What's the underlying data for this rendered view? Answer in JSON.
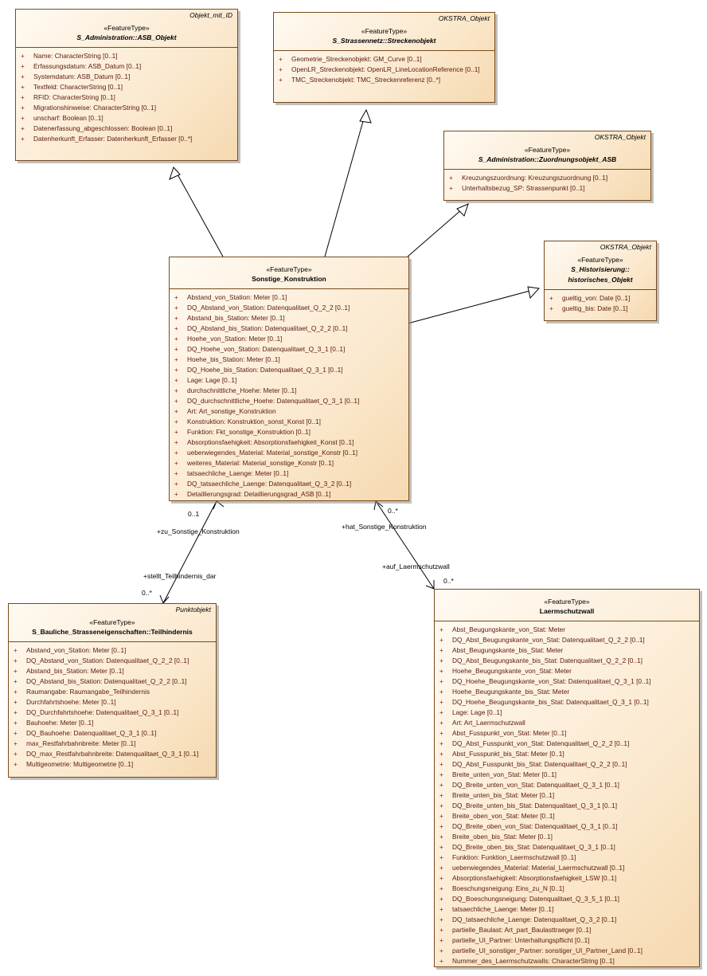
{
  "classes": {
    "asb_objekt": {
      "tag": "Objekt_mit_ID",
      "stereotype": "«FeatureType»",
      "name": "S_Administration::ASB_Objekt",
      "attributes": [
        "Name: CharacterString [0..1]",
        "Erfassungsdatum: ASB_Datum [0..1]",
        "Systemdatum: ASB_Datum [0..1]",
        "Textfeld: CharacterString [0..1]",
        "RFID: CharacterString [0..1]",
        "Migrationshinweise: CharacterString [0..1]",
        "unscharf: Boolean [0..1]",
        "Datenerfassung_abgeschlossen: Boolean [0..1]",
        "Datenherkunft_Erfasser: Datenherkunft_Erfasser [0..*]"
      ]
    },
    "streckenobjekt": {
      "tag": "OKSTRA_Objekt",
      "stereotype": "«FeatureType»",
      "name": "S_Strassennetz::Streckenobjekt",
      "attributes": [
        "Geometrie_Streckenobjekt: GM_Curve [0..1]",
        "OpenLR_Streckenobjekt: OpenLR_LineLocationReference [0..1]",
        "TMC_Streckenobjekt: TMC_Streckenreferenz [0..*]"
      ]
    },
    "zuordnungsobjekt": {
      "tag": "OKSTRA_Objekt",
      "stereotype": "«FeatureType»",
      "name": "S_Administration::Zuordnungsobjekt_ASB",
      "attributes": [
        "Kreuzungszuordnung: Kreuzungszuordnung [0..1]",
        "Unterhaltsbezug_SP: Strassenpunkt [0..1]"
      ]
    },
    "historisches": {
      "tag": "OKSTRA_Objekt",
      "stereotype": "«FeatureType»",
      "name_line1": "S_Historisierung::",
      "name_line2": "historisches_Objekt",
      "attributes": [
        "gueltig_von: Date [0..1]",
        "gueltig_bis: Date [0..1]"
      ]
    },
    "sonstige": {
      "stereotype": "«FeatureType»",
      "name": "Sonstige_Konstruktion",
      "attributes": [
        "Abstand_von_Station: Meter [0..1]",
        "DQ_Abstand_von_Station: Datenqualitaet_Q_2_2 [0..1]",
        "Abstand_bis_Station: Meter [0..1]",
        "DQ_Abstand_bis_Station: Datenqualitaet_Q_2_2 [0..1]",
        "Hoehe_von_Station: Meter [0..1]",
        "DQ_Hoehe_von_Station: Datenqualitaet_Q_3_1 [0..1]",
        "Hoehe_bis_Station: Meter [0..1]",
        "DQ_Hoehe_bis_Station: Datenqualitaet_Q_3_1 [0..1]",
        "Lage: Lage [0..1]",
        "durchschnittliche_Hoehe: Meter [0..1]",
        "DQ_durchschnittliche_Hoehe: Datenqualitaet_Q_3_1 [0..1]",
        "Art: Art_sonstige_Konstruktion",
        "Konstruktion: Konstruktion_sonst_Konst [0..1]",
        "Funktion: Fkt_sonstige_Konstruktion [0..1]",
        "Absorptionsfaehigkeit: Absorptionsfaehigkeit_Konst [0..1]",
        "ueberwiegendes_Material: Material_sonstige_Konstr [0..1]",
        "weiteres_Material: Material_sonstige_Konstr [0..1]",
        "tatsaechliche_Laenge: Meter [0..1]",
        "DQ_tatsaechliche_Laenge: Datenqualitaet_Q_3_2 [0..1]",
        "Detaillierungsgrad: Detaillierungsgrad_ASB [0..1]"
      ]
    },
    "teilhindernis": {
      "tag": "Punktobjekt",
      "stereotype": "«FeatureType»",
      "name": "S_Bauliche_Strasseneigenschaften::Teilhindernis",
      "attributes": [
        "Abstand_von_Station: Meter [0..1]",
        "DQ_Abstand_von_Station: Datenqualitaet_Q_2_2 [0..1]",
        "Abstand_bis_Station: Meter [0..1]",
        "DQ_Abstand_bis_Station: Datenqualitaet_Q_2_2 [0..1]",
        "Raumangabe: Raumangabe_Teilhindernis",
        "Durchfahrtshoehe: Meter [0..1]",
        "DQ_Durchfahrtshoehe: Datenqualitaet_Q_3_1 [0..1]",
        "Bauhoehe: Meter [0..1]",
        "DQ_Bauhoehe: Datenqualitaet_Q_3_1 [0..1]",
        "max_Restfahrbahnbreite: Meter [0..1]",
        "DQ_max_Restfahrbahnbreite: Datenqualitaet_Q_3_1 [0..1]",
        "Multigeometrie: Multigeometrie [0..1]"
      ]
    },
    "laermschutzwall": {
      "stereotype": "«FeatureType»",
      "name": "Laermschutzwall",
      "attributes": [
        "Abst_Beugungskante_von_Stat: Meter",
        "DQ_Abst_Beugungskante_von_Stat: Datenqualitaet_Q_2_2 [0..1]",
        "Abst_Beugungskante_bis_Stat: Meter",
        "DQ_Abst_Beugungskante_bis_Stat: Datenqualitaet_Q_2_2 [0..1]",
        "Hoehe_Beugungskante_von_Stat: Meter",
        "DQ_Hoehe_Beugungskante_von_Stat: Datenqualitaet_Q_3_1 [0..1]",
        "Hoehe_Beugungskante_bis_Stat: Meter",
        "DQ_Hoehe_Beugungskante_bis_Stat: Datenqualitaet_Q_3_1 [0..1]",
        "Lage: Lage [0..1]",
        "Art: Art_Laermschutzwall",
        "Abst_Fusspunkt_von_Stat: Meter [0..1]",
        "DQ_Abst_Fusspunkt_von_Stat: Datenqualitaet_Q_2_2 [0..1]",
        "Abst_Fusspunkt_bis_Stat: Meter [0..1]",
        "DQ_Abst_Fusspunkt_bis_Stat: Datenqualitaet_Q_2_2 [0..1]",
        "Breite_unten_von_Stat: Meter [0..1]",
        "DQ_Breite_unten_von_Stat: Datenqualitaet_Q_3_1 [0..1]",
        "Breite_unten_bis_Stat: Meter [0..1]",
        "DQ_Breite_unten_bis_Stat: Datenqualitaet_Q_3_1 [0..1]",
        "Breite_oben_von_Stat: Meter [0..1]",
        "DQ_Breite_oben_von_Stat: Datenqualitaet_Q_3_1 [0..1]",
        "Breite_oben_bis_Stat: Meter [0..1]",
        "DQ_Breite_oben_bis_Stat: Datenqualitaet_Q_3_1 [0..1]",
        "Funktion: Funktion_Laermschutzwall [0..1]",
        "ueberwiegendes_Material: Material_Laermschutzwall [0..1]",
        "Absorptionsfaehigkeit: Absorptionsfaehigkeit_LSW [0..1]",
        "Boeschungsneigung: Eins_zu_N [0..1]",
        "DQ_Boeschungsneigung: Datenqualitaet_Q_3_5_1 [0..1]",
        "tatsaechliche_Laenge: Meter [0..1]",
        "DQ_tatsaechliche_Laenge: Datenqualitaet_Q_3_2 [0..1]",
        "partielle_Baulast: Art_part_Baulasttraeger [0..1]",
        "partielle_UI_Partner: Unterhaltungspflicht [0..1]",
        "partielle_UI_sonstiger_Partner: sonstiger_UI_Partner_Land [0..1]",
        "Nummer_des_Laermschutzwalls: CharacterString [0..1]"
      ]
    }
  },
  "associations": {
    "teilhindernis": {
      "mult_top": "0..1",
      "role_top": "+zu_Sonstige_Konstruktion",
      "role_bottom": "+stellt_Teilhindernis_dar",
      "mult_bottom": "0..*"
    },
    "laermschutzwall": {
      "mult_top": "0..*",
      "role_top": "+hat_Sonstige_Konstruktion",
      "role_bottom": "+auf_Laermschutzwall",
      "mult_bottom": "0..*"
    }
  },
  "attribute_prefix": "+"
}
